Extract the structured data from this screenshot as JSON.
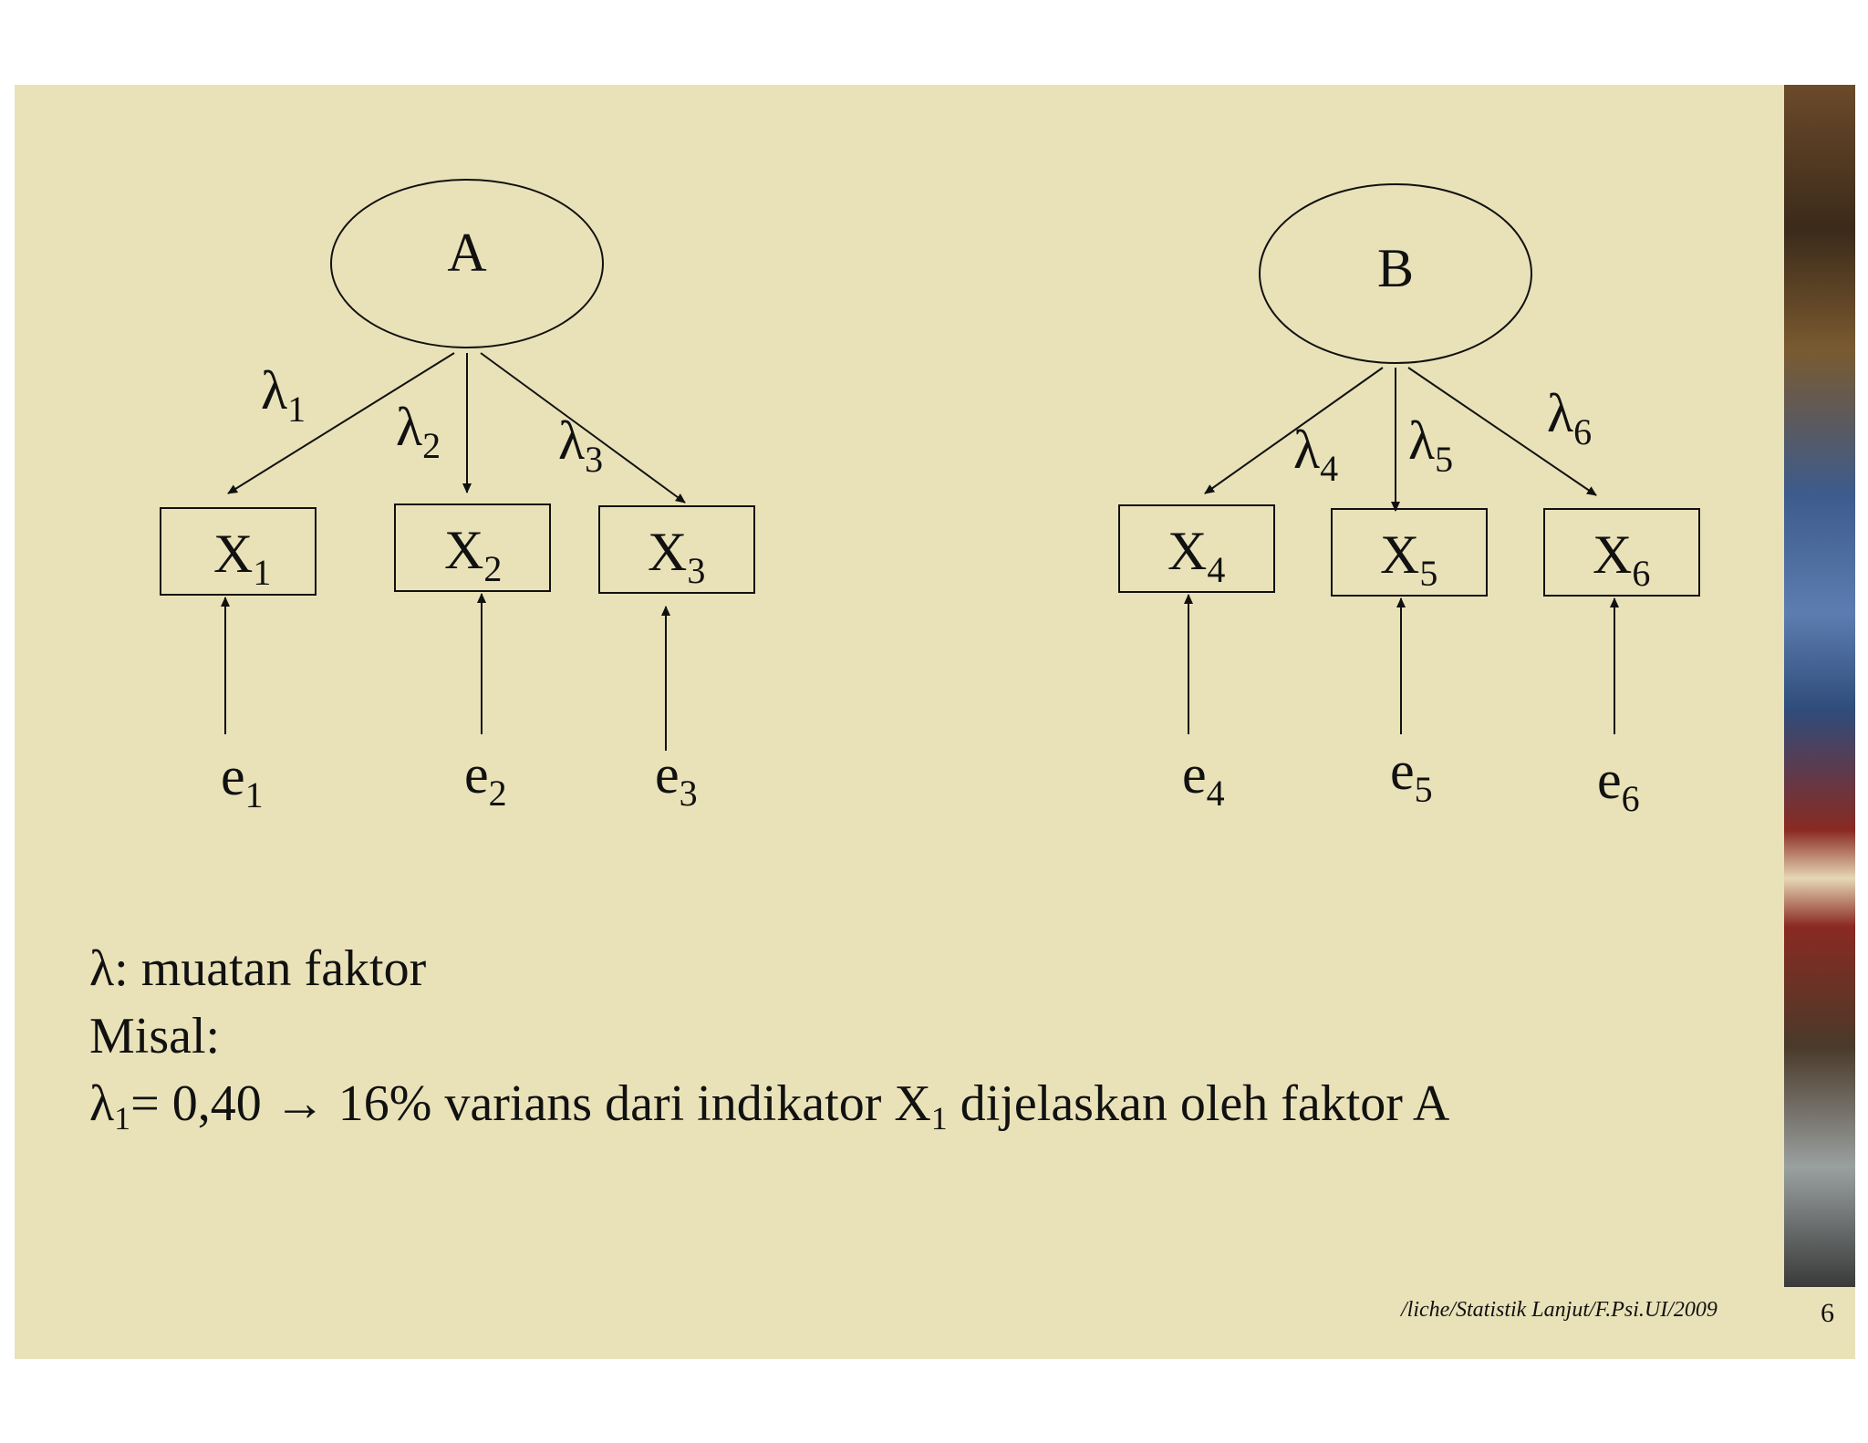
{
  "factors": [
    {
      "id": "A",
      "label": "A"
    },
    {
      "id": "B",
      "label": "B"
    }
  ],
  "indicators": [
    {
      "base": "X",
      "sub": "1"
    },
    {
      "base": "X",
      "sub": "2"
    },
    {
      "base": "X",
      "sub": "3"
    },
    {
      "base": "X",
      "sub": "4"
    },
    {
      "base": "X",
      "sub": "5"
    },
    {
      "base": "X",
      "sub": "6"
    }
  ],
  "loadings": [
    {
      "base": "λ",
      "sub": "1"
    },
    {
      "base": "λ",
      "sub": "2"
    },
    {
      "base": "λ",
      "sub": "3"
    },
    {
      "base": "λ",
      "sub": "4"
    },
    {
      "base": "λ",
      "sub": "5"
    },
    {
      "base": "λ",
      "sub": "6"
    }
  ],
  "errors": [
    {
      "base": "e",
      "sub": "1"
    },
    {
      "base": "e",
      "sub": "2"
    },
    {
      "base": "e",
      "sub": "3"
    },
    {
      "base": "e",
      "sub": "4"
    },
    {
      "base": "e",
      "sub": "5"
    },
    {
      "base": "e",
      "sub": "6"
    }
  ],
  "note": {
    "line1": "λ: muatan faktor",
    "line2": "Misal:",
    "line3_lambda": "λ",
    "line3_lambda_sub": "1",
    "line3_a": "= 0,40 → 16% varians dari indikator X",
    "line3_x_sub": "1",
    "line3_b": " dijelaskan oleh faktor A"
  },
  "footer": "/liche/Statistik Lanjut/F.Psi.UI/2009",
  "page_number": "6"
}
